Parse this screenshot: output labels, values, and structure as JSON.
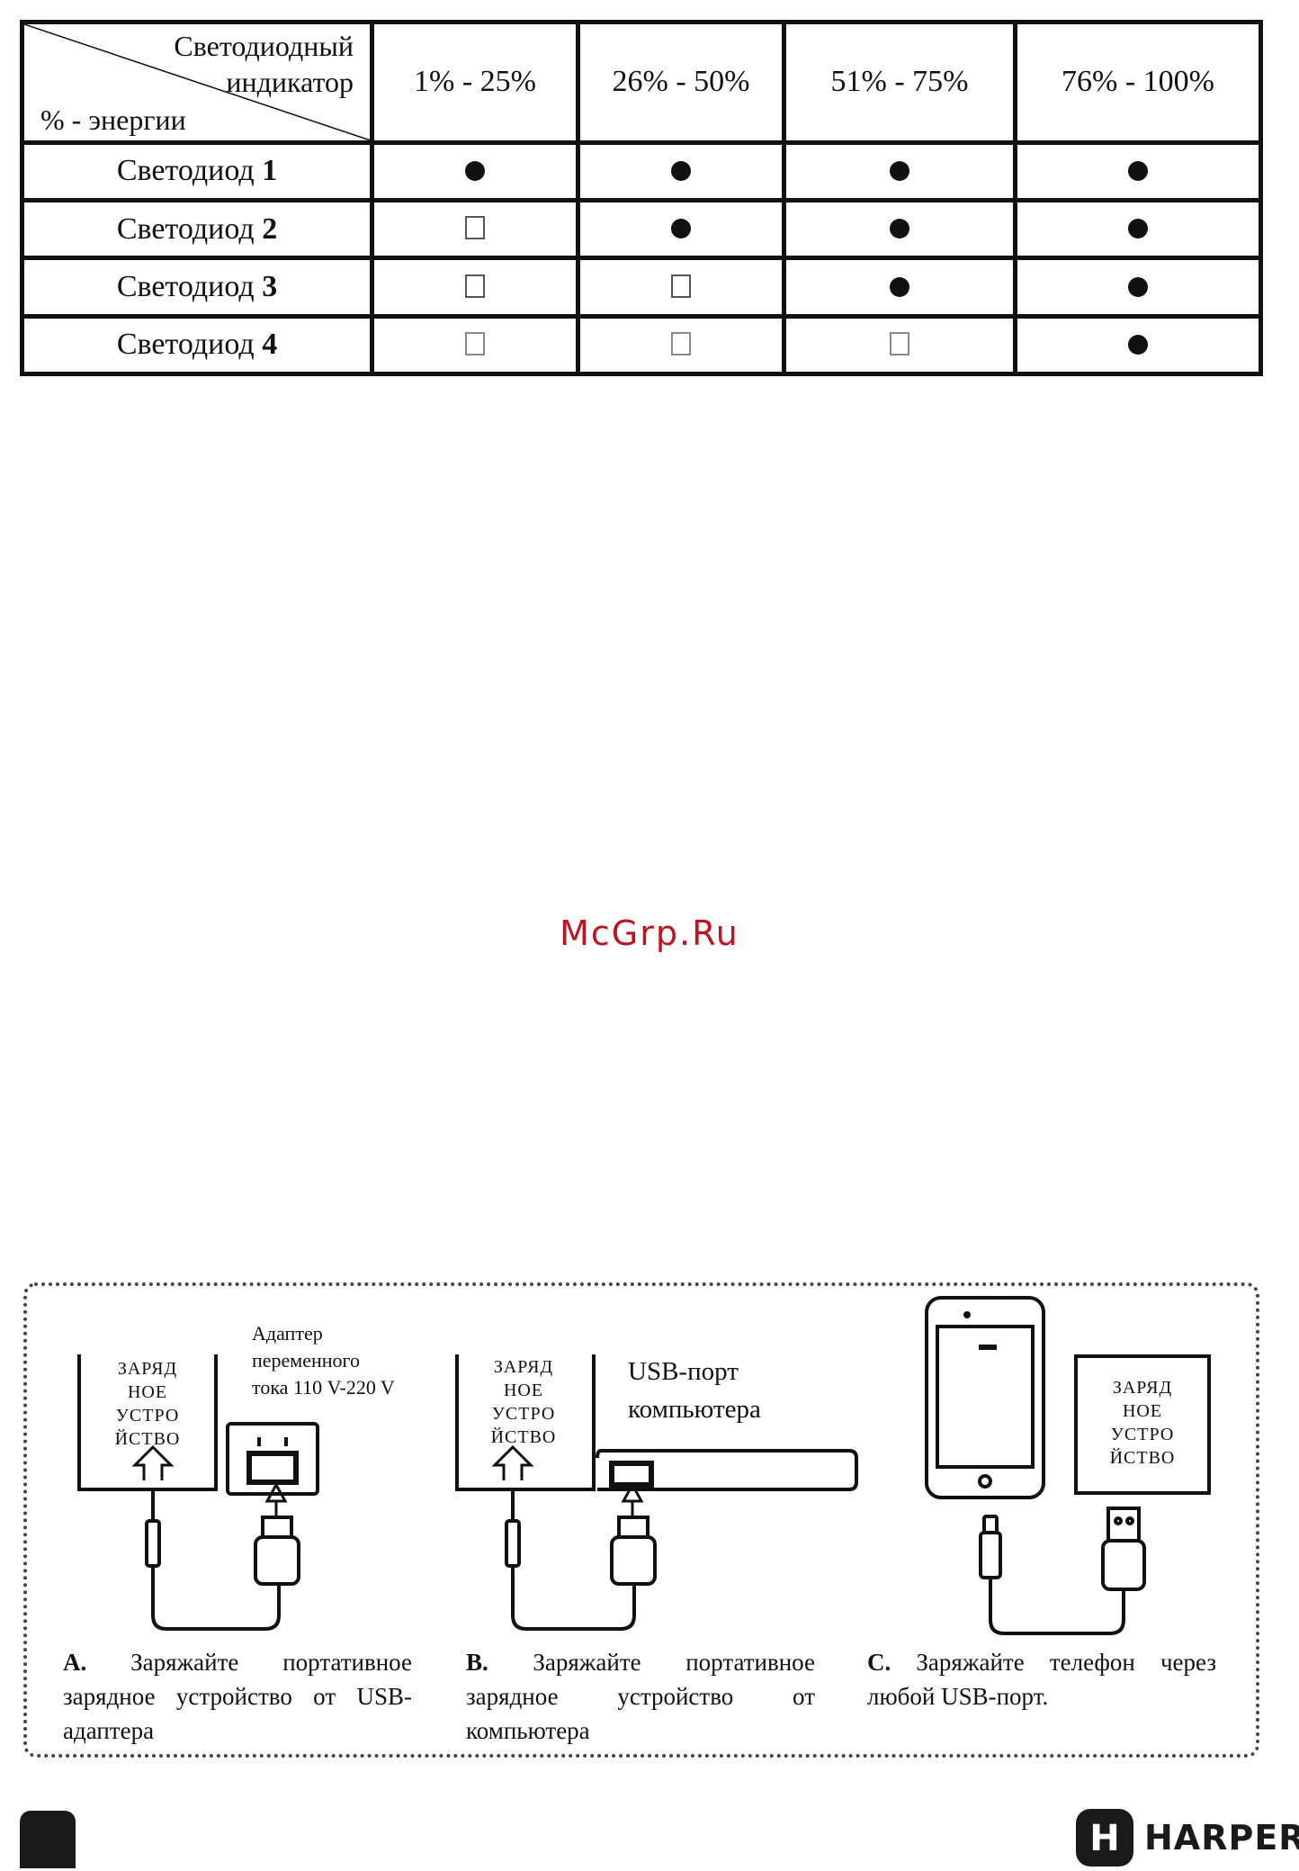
{
  "table": {
    "corner_top_line1": "Светодиодный",
    "corner_top_line2": "индикатор",
    "corner_bottom": "% - энергии",
    "columns": [
      "1% - 25%",
      "26% - 50%",
      "51% - 75%",
      "76% - 100%"
    ],
    "led_prefix": "Светодиод",
    "rows": [
      {
        "num": "1",
        "states": [
          "on",
          "on",
          "on",
          "on"
        ]
      },
      {
        "num": "2",
        "states": [
          "off",
          "on",
          "on",
          "on"
        ]
      },
      {
        "num": "3",
        "states": [
          "off",
          "off",
          "on",
          "on"
        ]
      },
      {
        "num": "4",
        "states": [
          "off",
          "off",
          "off",
          "on"
        ]
      }
    ]
  },
  "watermark": "McGrp.Ru",
  "diagram": {
    "device_label_lines": [
      "ЗАРЯД",
      "НОЕ",
      "УСТРО",
      "ЙСТВО"
    ],
    "adapter_label_lines": [
      "Адаптер",
      "переменного",
      "тока 110 V-220 V"
    ],
    "usb_port_label_lines": [
      "USB-порт",
      "компьютера"
    ],
    "captions": [
      {
        "letter": "A.",
        "text": "Заряжайте портативное зарядное устройство от USB-адаптера"
      },
      {
        "letter": "B.",
        "text": "Заряжайте портативное зарядное устройство от компьютера"
      },
      {
        "letter": "C.",
        "text": "Заряжайте телефон через любой USB-порт."
      }
    ]
  },
  "footer": {
    "brand": "HARPER",
    "brand_icon_letter": "H"
  }
}
